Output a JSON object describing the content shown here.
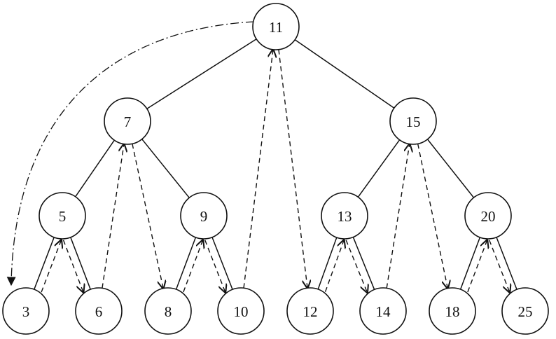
{
  "diagram": {
    "colors": {
      "stroke": "#111111",
      "fill": "#ffffff",
      "text": "#111111"
    },
    "nodes": [
      {
        "id": "n11",
        "label": "11"
      },
      {
        "id": "n7",
        "label": "7"
      },
      {
        "id": "n15",
        "label": "15"
      },
      {
        "id": "n5",
        "label": "5"
      },
      {
        "id": "n9",
        "label": "9"
      },
      {
        "id": "n13",
        "label": "13"
      },
      {
        "id": "n20",
        "label": "20"
      },
      {
        "id": "n3",
        "label": "3"
      },
      {
        "id": "n6",
        "label": "6"
      },
      {
        "id": "n8",
        "label": "8"
      },
      {
        "id": "n10",
        "label": "10"
      },
      {
        "id": "n12",
        "label": "12"
      },
      {
        "id": "n14",
        "label": "14"
      },
      {
        "id": "n18",
        "label": "18"
      },
      {
        "id": "n25",
        "label": "25"
      }
    ],
    "tree_edges": [
      [
        "n11",
        "n7"
      ],
      [
        "n11",
        "n15"
      ],
      [
        "n7",
        "n5"
      ],
      [
        "n7",
        "n9"
      ],
      [
        "n15",
        "n13"
      ],
      [
        "n15",
        "n20"
      ],
      [
        "n5",
        "n3"
      ],
      [
        "n5",
        "n6"
      ],
      [
        "n9",
        "n8"
      ],
      [
        "n9",
        "n10"
      ],
      [
        "n13",
        "n12"
      ],
      [
        "n13",
        "n14"
      ],
      [
        "n20",
        "n18"
      ],
      [
        "n20",
        "n25"
      ]
    ],
    "thread_edges": [
      [
        "n3",
        "n5"
      ],
      [
        "n5",
        "n6"
      ],
      [
        "n6",
        "n7"
      ],
      [
        "n7",
        "n8"
      ],
      [
        "n8",
        "n9"
      ],
      [
        "n9",
        "n10"
      ],
      [
        "n10",
        "n11"
      ],
      [
        "n11",
        "n12"
      ],
      [
        "n12",
        "n13"
      ],
      [
        "n13",
        "n14"
      ],
      [
        "n14",
        "n15"
      ],
      [
        "n15",
        "n18"
      ],
      [
        "n18",
        "n20"
      ],
      [
        "n20",
        "n25"
      ]
    ],
    "start_edge": [
      "n11",
      "n3"
    ]
  }
}
